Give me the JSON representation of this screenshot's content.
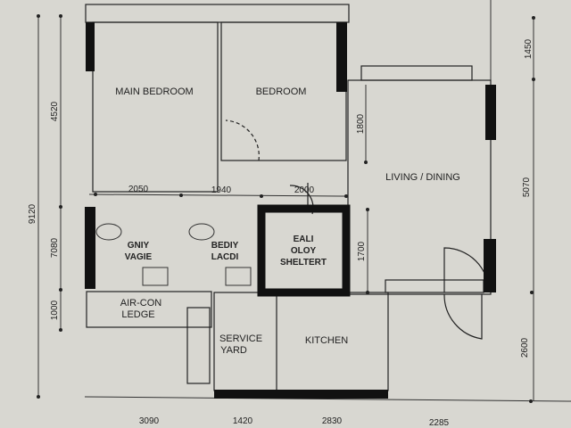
{
  "rooms": {
    "main_bedroom": "MAIN BEDROOM",
    "bedroom": "BEDROOM",
    "living_dining": "LIVING / DINING",
    "bath1": [
      "GNIY",
      "VAGIE"
    ],
    "bath2": [
      "BEDIY",
      "LACDI"
    ],
    "shelter": [
      "EALI",
      "OLOY",
      "SHELTERT"
    ],
    "aircon_ledge": [
      "AIR-CON",
      "LEDGE"
    ],
    "service_yard": [
      "SERVICE",
      "YARD"
    ],
    "kitchen": "KITCHEN"
  },
  "dimensions": {
    "left_total": "9120",
    "left_top": "4520",
    "left_mid": "7080",
    "left_bottom": "1000",
    "inner_top": [
      "2050",
      "1940",
      "2000"
    ],
    "right_top": "1450",
    "right_mid": "5070",
    "right_bottom": "2600",
    "living_top": "1800",
    "living_mid": "1700",
    "bottom": [
      "3090",
      "1420",
      "2830",
      "2285"
    ]
  },
  "colors": {
    "background": "#d8d7d1",
    "wall": "#111111",
    "line": "#333333"
  }
}
